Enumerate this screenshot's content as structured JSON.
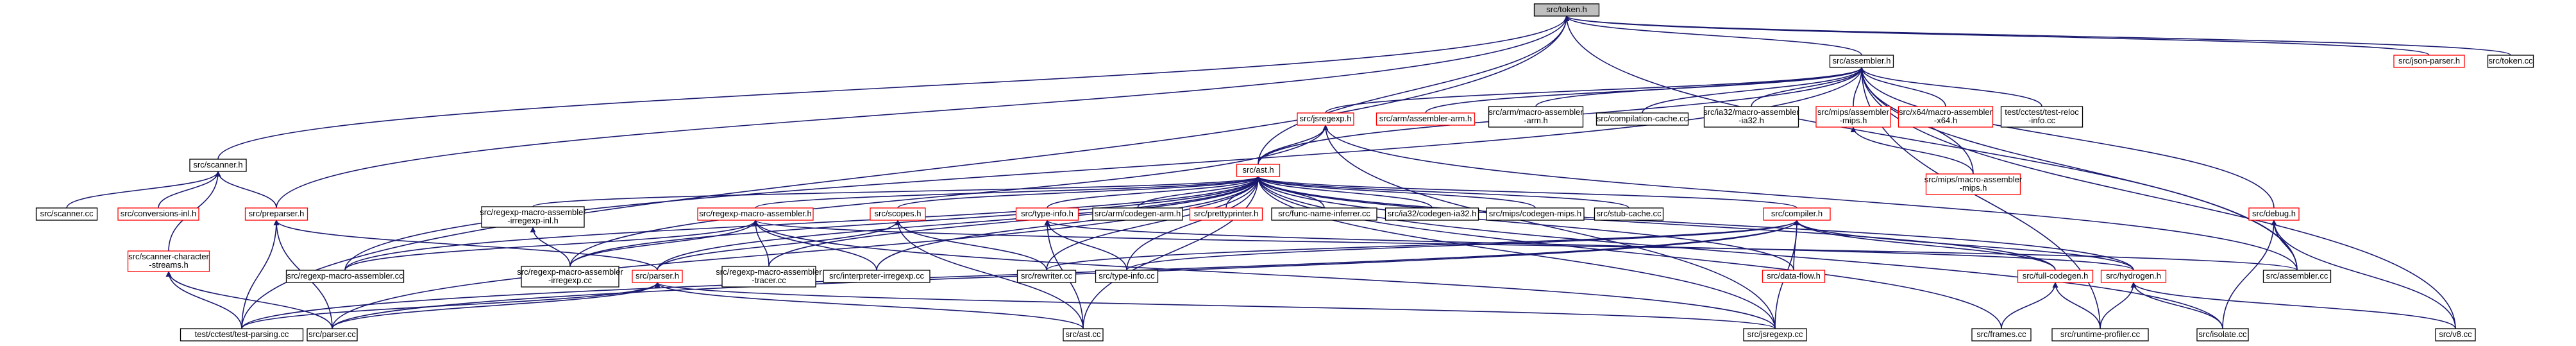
{
  "colors": {
    "edge": "#191970",
    "node_border": "#000000",
    "node_border_red": "#ff0000",
    "root_fill": "#bfbfbf"
  },
  "nodes": [
    {
      "id": "token_h",
      "label": [
        "src/token.h"
      ],
      "red": false,
      "root": true
    },
    {
      "id": "assembler_h",
      "label": [
        "src/assembler.h"
      ],
      "red": false
    },
    {
      "id": "json_parser_h",
      "label": [
        "src/json-parser.h"
      ],
      "red": true
    },
    {
      "id": "token_cc",
      "label": [
        "src/token.cc"
      ],
      "red": false
    },
    {
      "id": "scanner_h",
      "label": [
        "src/scanner.h"
      ],
      "red": false
    },
    {
      "id": "jsregexp_h",
      "label": [
        "src/jsregexp.h"
      ],
      "red": true
    },
    {
      "id": "arm_asm_arm_h",
      "label": [
        "src/arm/assembler-arm.h"
      ],
      "red": true
    },
    {
      "id": "arm_macro_asm_h",
      "label": [
        "src/arm/macro-assembler",
        "-arm.h"
      ],
      "red": false
    },
    {
      "id": "compilation_cache_cc",
      "label": [
        "src/compilation-cache.cc"
      ],
      "red": false
    },
    {
      "id": "ia32_macro_asm_h",
      "label": [
        "src/ia32/macro-assembler",
        "-ia32.h"
      ],
      "red": false
    },
    {
      "id": "mips_asm_mips_h",
      "label": [
        "src/mips/assembler",
        "-mips.h"
      ],
      "red": true
    },
    {
      "id": "x64_macro_asm_h",
      "label": [
        "src/x64/macro-assembler",
        "-x64.h"
      ],
      "red": true
    },
    {
      "id": "test_reloc_cc",
      "label": [
        "test/cctest/test-reloc",
        "-info.cc"
      ],
      "red": false
    },
    {
      "id": "mips_macro_asm_h",
      "label": [
        "src/mips/macro-assembler",
        "-mips.h"
      ],
      "red": true
    },
    {
      "id": "ast_h",
      "label": [
        "src/ast.h"
      ],
      "red": true
    },
    {
      "id": "scanner_cc",
      "label": [
        "src/scanner.cc"
      ],
      "red": false
    },
    {
      "id": "conversions_inl_h",
      "label": [
        "src/conversions-inl.h"
      ],
      "red": true
    },
    {
      "id": "preparser_h",
      "label": [
        "src/preparser.h"
      ],
      "red": true
    },
    {
      "id": "scanner_char_streams_h",
      "label": [
        "src/scanner-character",
        "-streams.h"
      ],
      "red": true
    },
    {
      "id": "regexp_irregexp_inl_h",
      "label": [
        "src/regexp-macro-assembler",
        "-irregexp-inl.h"
      ],
      "red": false
    },
    {
      "id": "regexp_macro_asm_h",
      "label": [
        "src/regexp-macro-assembler.h"
      ],
      "red": true
    },
    {
      "id": "scopes_h",
      "label": [
        "src/scopes.h"
      ],
      "red": true
    },
    {
      "id": "type_info_h",
      "label": [
        "src/type-info.h"
      ],
      "red": true
    },
    {
      "id": "arm_codegen_arm_h",
      "label": [
        "src/arm/codegen-arm.h"
      ],
      "red": false
    },
    {
      "id": "prettyprinter_h",
      "label": [
        "src/prettyprinter.h"
      ],
      "red": true
    },
    {
      "id": "func_name_inferrer_cc",
      "label": [
        "src/func-name-inferrer.cc"
      ],
      "red": false
    },
    {
      "id": "ia32_codegen_h",
      "label": [
        "src/ia32/codegen-ia32.h"
      ],
      "red": false
    },
    {
      "id": "mips_codegen_h",
      "label": [
        "src/mips/codegen-mips.h"
      ],
      "red": false
    },
    {
      "id": "stub_cache_cc",
      "label": [
        "src/stub-cache.cc"
      ],
      "red": false
    },
    {
      "id": "compiler_h",
      "label": [
        "src/compiler.h"
      ],
      "red": true
    },
    {
      "id": "debug_h",
      "label": [
        "src/debug.h"
      ],
      "red": true
    },
    {
      "id": "regexp_macro_asm_cc",
      "label": [
        "src/regexp-macro-assembler.cc"
      ],
      "red": false
    },
    {
      "id": "regexp_irregexp_cc",
      "label": [
        "src/regexp-macro-assembler",
        "-irregexp.cc"
      ],
      "red": false
    },
    {
      "id": "parser_h",
      "label": [
        "src/parser.h"
      ],
      "red": true
    },
    {
      "id": "regexp_tracer_cc",
      "label": [
        "src/regexp-macro-assembler",
        "-tracer.cc"
      ],
      "red": false
    },
    {
      "id": "interpreter_irregexp_cc",
      "label": [
        "src/interpreter-irregexp.cc"
      ],
      "red": false
    },
    {
      "id": "rewriter_cc",
      "label": [
        "src/rewriter.cc"
      ],
      "red": false
    },
    {
      "id": "type_info_cc",
      "label": [
        "src/type-info.cc"
      ],
      "red": false
    },
    {
      "id": "data_flow_h",
      "label": [
        "src/data-flow.h"
      ],
      "red": true
    },
    {
      "id": "full_codegen_h",
      "label": [
        "src/full-codegen.h"
      ],
      "red": true
    },
    {
      "id": "hydrogen_h",
      "label": [
        "src/hydrogen.h"
      ],
      "red": true
    },
    {
      "id": "assembler_cc",
      "label": [
        "src/assembler.cc"
      ],
      "red": false
    },
    {
      "id": "test_parsing_cc",
      "label": [
        "test/cctest/test-parsing.cc"
      ],
      "red": false
    },
    {
      "id": "parser_cc",
      "label": [
        "src/parser.cc"
      ],
      "red": false
    },
    {
      "id": "ast_cc",
      "label": [
        "src/ast.cc"
      ],
      "red": false
    },
    {
      "id": "jsregexp_cc",
      "label": [
        "src/jsregexp.cc"
      ],
      "red": false
    },
    {
      "id": "frames_cc",
      "label": [
        "src/frames.cc"
      ],
      "red": false
    },
    {
      "id": "runtime_profiler_cc",
      "label": [
        "src/runtime-profiler.cc"
      ],
      "red": false
    },
    {
      "id": "isolate_cc",
      "label": [
        "src/isolate.cc"
      ],
      "red": false
    },
    {
      "id": "v8_cc",
      "label": [
        "src/v8.cc"
      ],
      "red": false
    }
  ]
}
